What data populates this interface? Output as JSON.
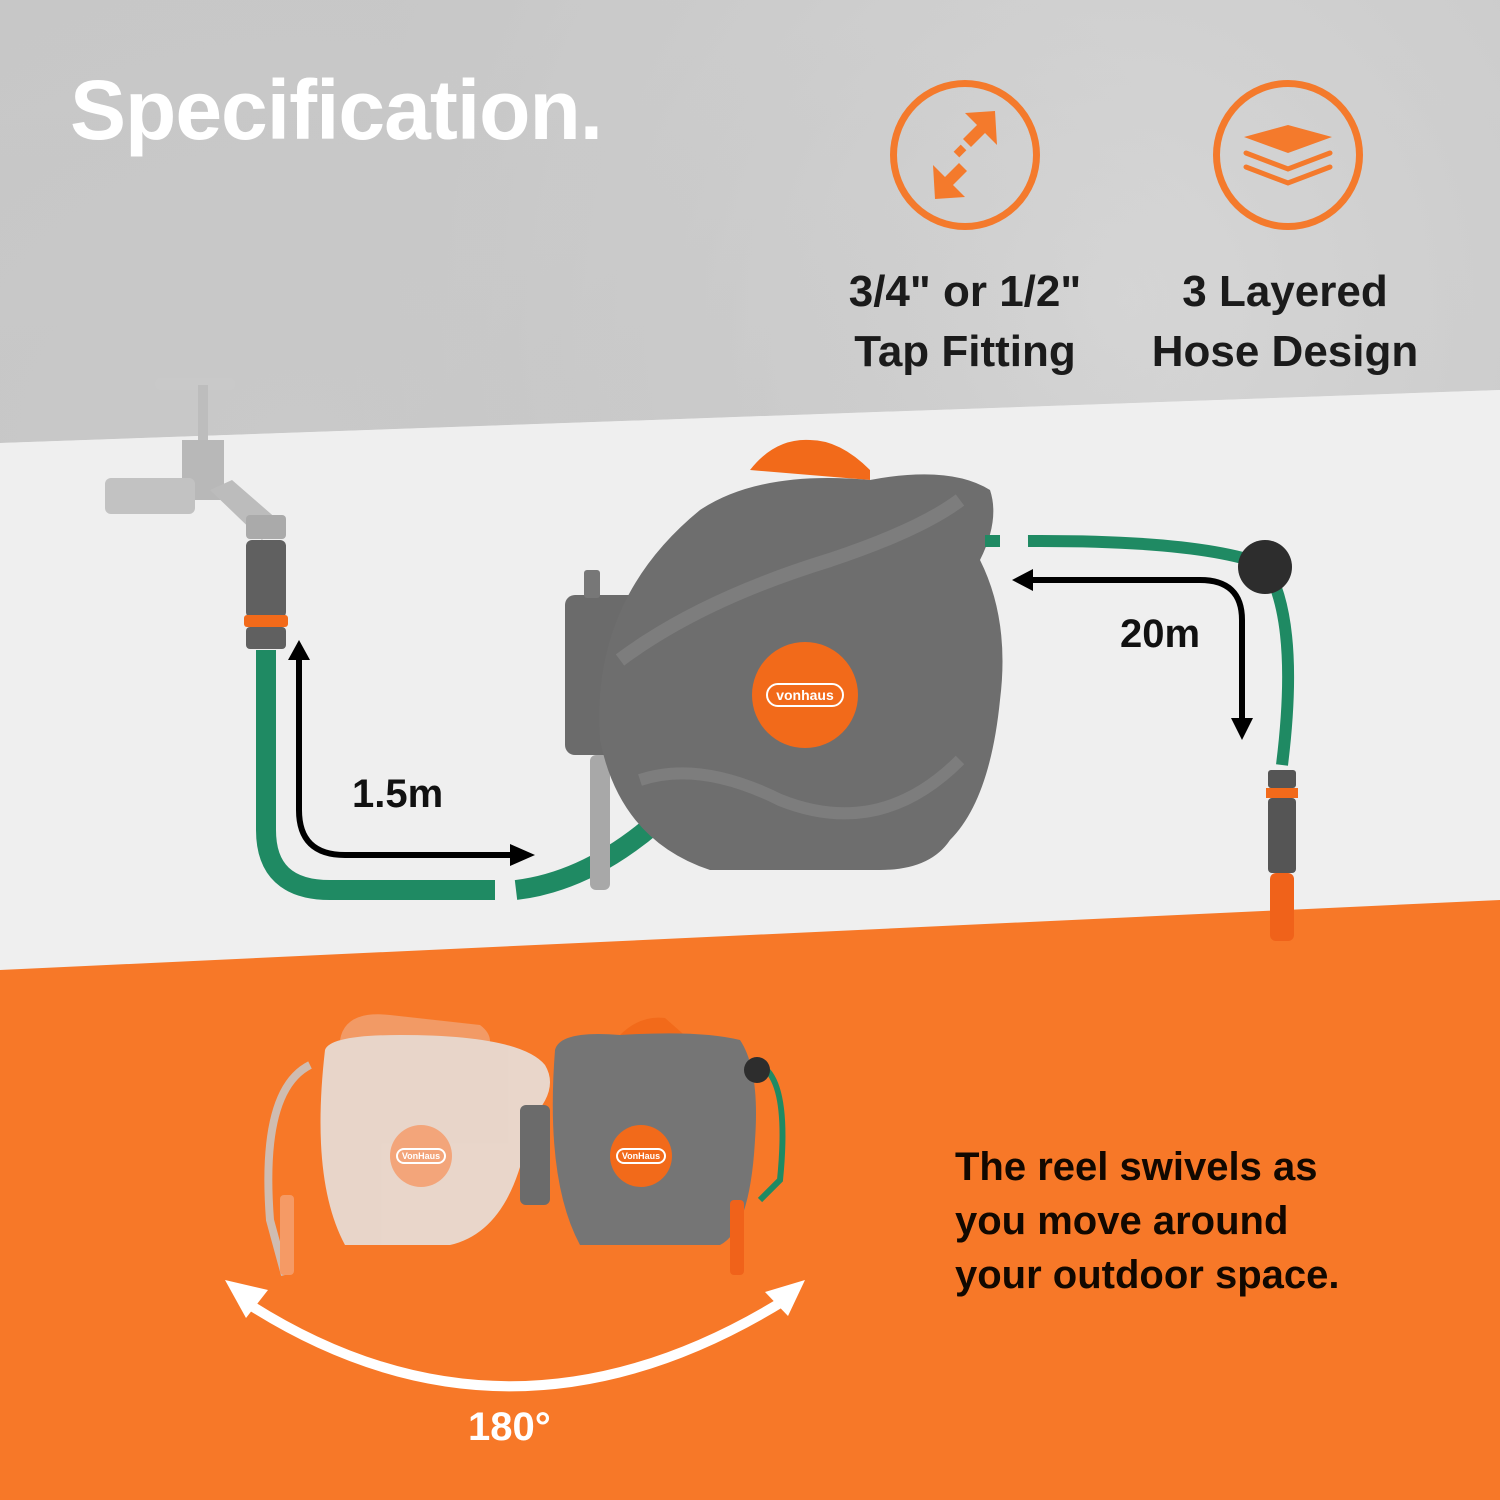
{
  "header": {
    "title": "Specification."
  },
  "features": [
    {
      "icon": "resize-diagonal-arrows-icon",
      "line1": "3/4\" or 1/2\"",
      "line2": "Tap Fitting"
    },
    {
      "icon": "stacked-layers-icon",
      "line1": "3 Layered",
      "line2": "Hose Design"
    }
  ],
  "diagram": {
    "inlet_length": "1.5m",
    "hose_length": "20m",
    "brand": "vonhaus"
  },
  "swivel": {
    "angle": "180°",
    "brand": "VonHaus",
    "description_lines": [
      "The reel swivels as",
      "you move around",
      "your outdoor space."
    ]
  },
  "colors": {
    "accent": "#f77828",
    "hose": "#1f8a63",
    "reel": "#6e6e6e",
    "text_dark": "#1b1b1b",
    "background_light": "#efefef"
  }
}
